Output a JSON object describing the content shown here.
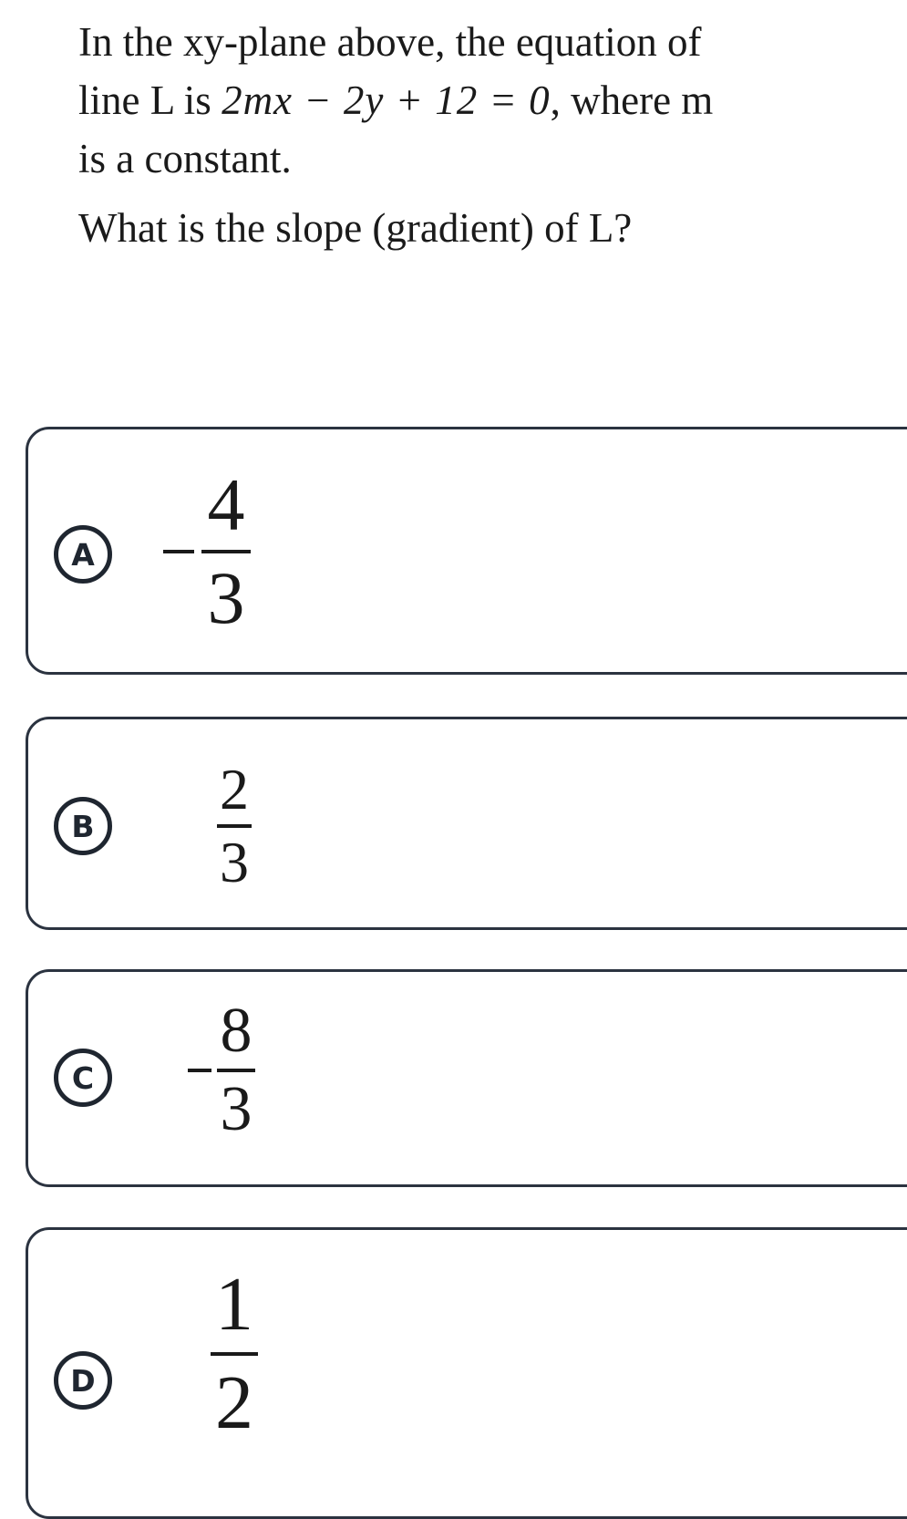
{
  "question": {
    "line1": "In the xy-plane above, the equation of",
    "line2_prefix": "line L is ",
    "equation": "2mx − 2y + 12 = 0",
    "line2_suffix": ", where m",
    "line3": "is a constant.",
    "prompt": "What is the slope (gradient) of L?"
  },
  "choices": [
    {
      "letter": "A",
      "sign": "−",
      "numerator": "4",
      "denominator": "3"
    },
    {
      "letter": "B",
      "sign": "",
      "numerator": "2",
      "denominator": "3"
    },
    {
      "letter": "C",
      "sign": "−",
      "numerator": "8",
      "denominator": "3"
    },
    {
      "letter": "D",
      "sign": "",
      "numerator": "1",
      "denominator": "2"
    }
  ]
}
